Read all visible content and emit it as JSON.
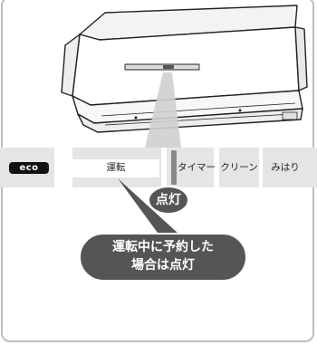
{
  "panel": {
    "labels": {
      "eco": "eco",
      "unten": "運転",
      "timer": "タイマー",
      "clean": "クリーン",
      "mihari": "みはり"
    }
  },
  "callouts": {
    "lit": "点灯",
    "note_line1": "運転中に予約した",
    "note_line2": "場合は点灯"
  },
  "colors": {
    "panel_bg": "#e5e5e5",
    "callout_bg": "#555555",
    "indicator": "#888888",
    "highlight_beam": "#cfcfcf"
  },
  "icons": [
    "air-conditioner-unit-icon"
  ]
}
